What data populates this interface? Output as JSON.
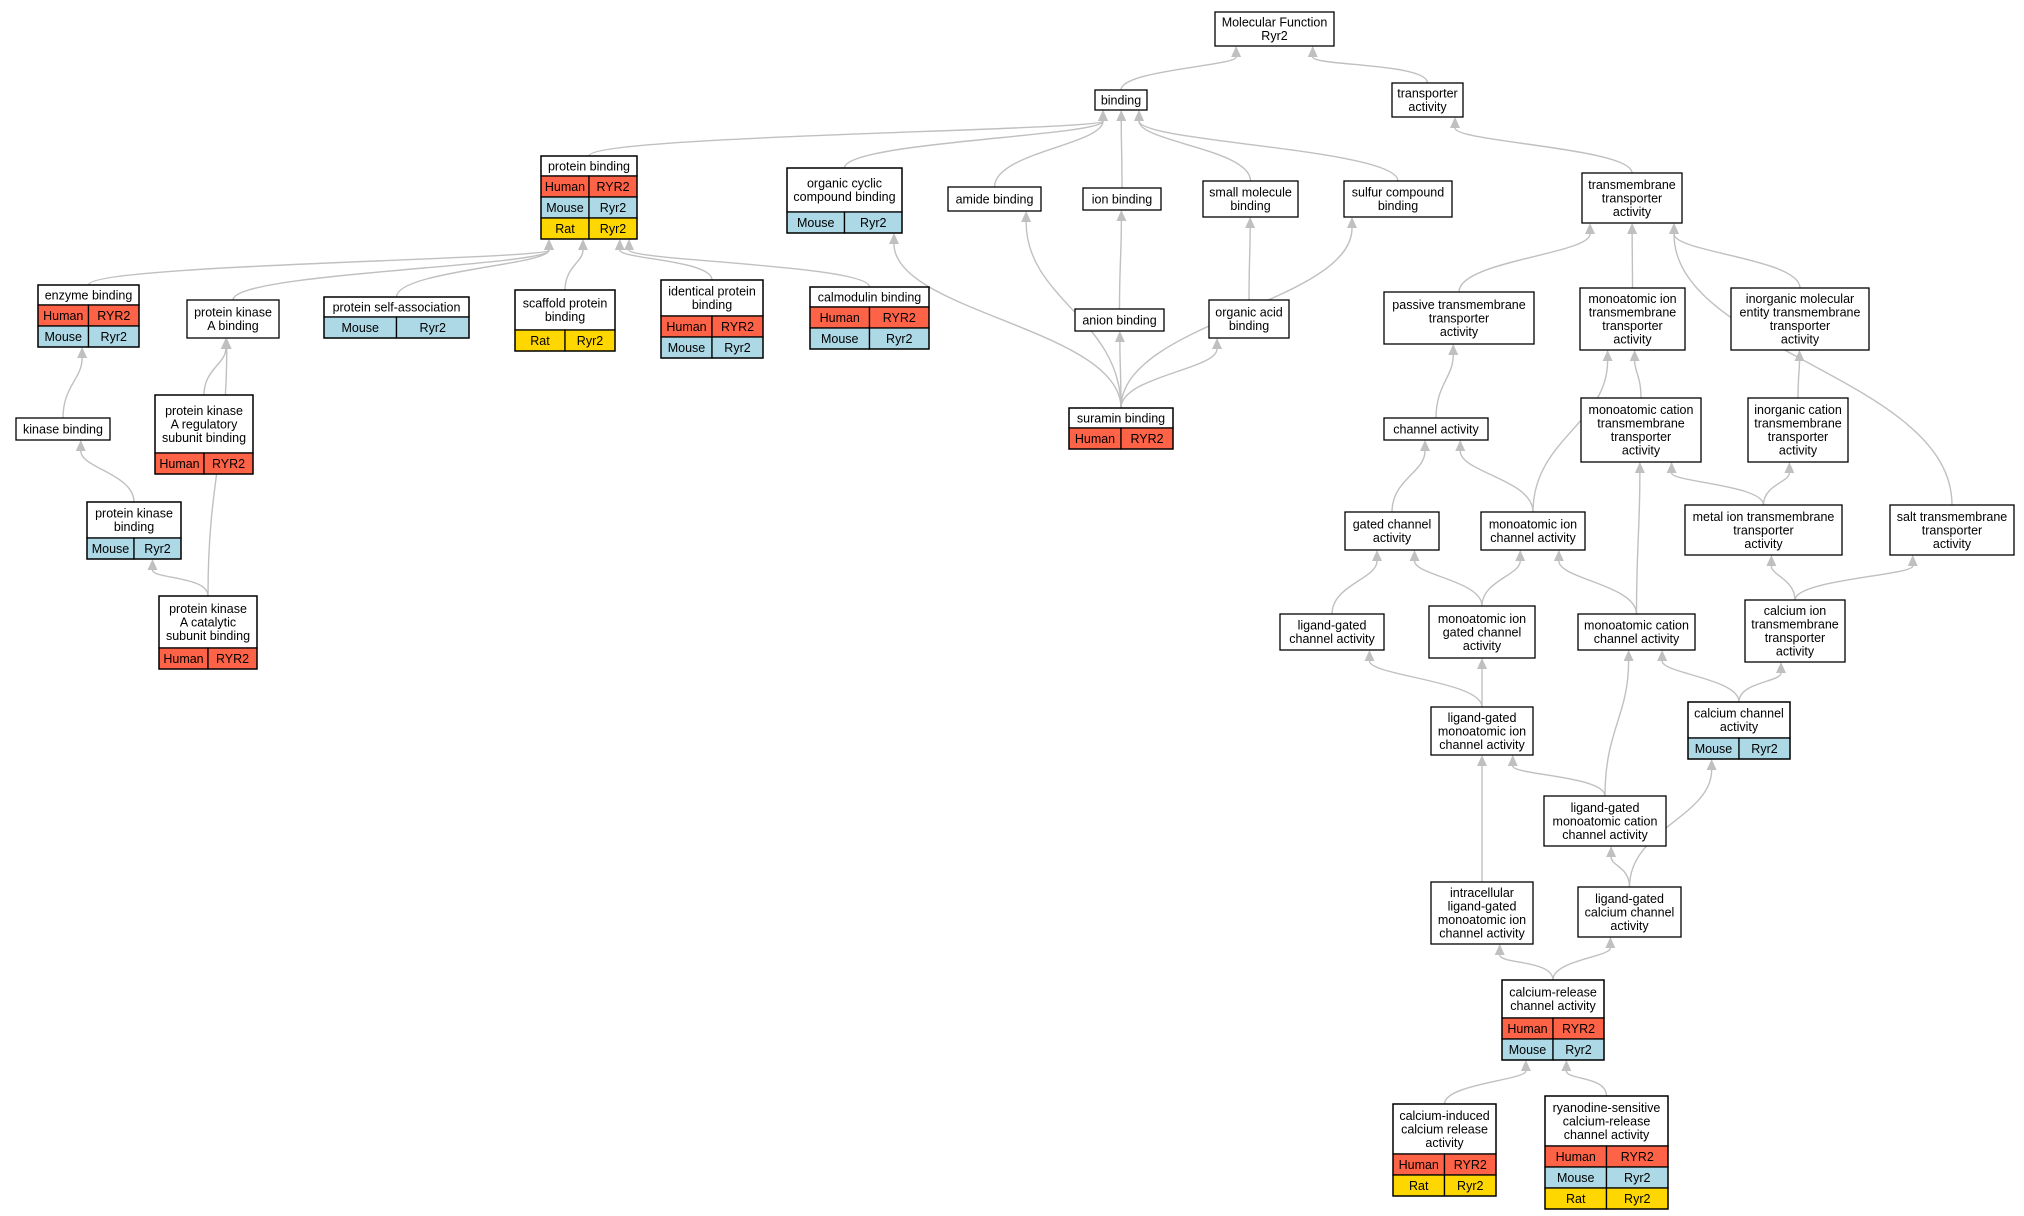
{
  "colors": {
    "Human": "#ff6347",
    "Mouse": "#add8e6",
    "Rat": "#ffd700",
    "edge": "#c0c0c0"
  },
  "nodes": [
    {
      "id": "mf",
      "lines": [
        "Molecular Function",
        "Ryr2"
      ],
      "rows": []
    },
    {
      "id": "binding",
      "lines": [
        "binding"
      ],
      "rows": []
    },
    {
      "id": "transporter",
      "lines": [
        "transporter",
        "activity"
      ],
      "rows": []
    },
    {
      "id": "protein_binding",
      "lines": [
        "protein binding"
      ],
      "rows": [
        [
          "Human",
          "RYR2"
        ],
        [
          "Mouse",
          "Ryr2"
        ],
        [
          "Rat",
          "Ryr2"
        ]
      ]
    },
    {
      "id": "organic_cyclic",
      "lines": [
        "organic cyclic",
        "compound binding"
      ],
      "rows": [
        [
          "Mouse",
          "Ryr2"
        ]
      ]
    },
    {
      "id": "amide",
      "lines": [
        "amide binding"
      ],
      "rows": []
    },
    {
      "id": "ion_binding",
      "lines": [
        "ion binding"
      ],
      "rows": []
    },
    {
      "id": "small_molecule",
      "lines": [
        "small molecule",
        "binding"
      ],
      "rows": []
    },
    {
      "id": "sulfur",
      "lines": [
        "sulfur compound",
        "binding"
      ],
      "rows": []
    },
    {
      "id": "tm_transporter",
      "lines": [
        "transmembrane",
        "transporter",
        "activity"
      ],
      "rows": []
    },
    {
      "id": "enzyme",
      "lines": [
        "enzyme binding"
      ],
      "rows": [
        [
          "Human",
          "RYR2"
        ],
        [
          "Mouse",
          "Ryr2"
        ]
      ]
    },
    {
      "id": "pka_binding",
      "lines": [
        "protein kinase",
        "A binding"
      ],
      "rows": []
    },
    {
      "id": "self_assoc",
      "lines": [
        "protein self-association"
      ],
      "rows": [
        [
          "Mouse",
          "Ryr2"
        ]
      ]
    },
    {
      "id": "scaffold",
      "lines": [
        "scaffold protein",
        "binding"
      ],
      "rows": [
        [
          "Rat",
          "Ryr2"
        ]
      ]
    },
    {
      "id": "identical",
      "lines": [
        "identical protein",
        "binding"
      ],
      "rows": [
        [
          "Human",
          "RYR2"
        ],
        [
          "Mouse",
          "Ryr2"
        ]
      ]
    },
    {
      "id": "calmodulin",
      "lines": [
        "calmodulin binding"
      ],
      "rows": [
        [
          "Human",
          "RYR2"
        ],
        [
          "Mouse",
          "Ryr2"
        ]
      ]
    },
    {
      "id": "anion",
      "lines": [
        "anion binding"
      ],
      "rows": []
    },
    {
      "id": "organic_acid",
      "lines": [
        "organic acid",
        "binding"
      ],
      "rows": []
    },
    {
      "id": "passive_tm",
      "lines": [
        "passive transmembrane",
        "transporter",
        "activity"
      ],
      "rows": []
    },
    {
      "id": "monoatomic_ion_tm",
      "lines": [
        "monoatomic ion",
        "transmembrane",
        "transporter",
        "activity"
      ],
      "rows": []
    },
    {
      "id": "inorganic_mol_tm",
      "lines": [
        "inorganic molecular",
        "entity transmembrane",
        "transporter",
        "activity"
      ],
      "rows": []
    },
    {
      "id": "kinase",
      "lines": [
        "kinase binding"
      ],
      "rows": []
    },
    {
      "id": "pka_reg",
      "lines": [
        "protein kinase",
        "A regulatory",
        "subunit binding"
      ],
      "rows": [
        [
          "Human",
          "RYR2"
        ]
      ]
    },
    {
      "id": "suramin",
      "lines": [
        "suramin binding"
      ],
      "rows": [
        [
          "Human",
          "RYR2"
        ]
      ]
    },
    {
      "id": "channel",
      "lines": [
        "channel activity"
      ],
      "rows": []
    },
    {
      "id": "mono_cation_tm",
      "lines": [
        "monoatomic cation",
        "transmembrane",
        "transporter",
        "activity"
      ],
      "rows": []
    },
    {
      "id": "inorganic_cation_tm",
      "lines": [
        "inorganic cation",
        "transmembrane",
        "transporter",
        "activity"
      ],
      "rows": []
    },
    {
      "id": "pk_binding",
      "lines": [
        "protein kinase",
        "binding"
      ],
      "rows": [
        [
          "Mouse",
          "Ryr2"
        ]
      ]
    },
    {
      "id": "gated_channel",
      "lines": [
        "gated channel",
        "activity"
      ],
      "rows": []
    },
    {
      "id": "mono_ion_channel",
      "lines": [
        "monoatomic ion",
        "channel activity"
      ],
      "rows": []
    },
    {
      "id": "metal_ion_tm",
      "lines": [
        "metal ion transmembrane",
        "transporter",
        "activity"
      ],
      "rows": []
    },
    {
      "id": "salt_tm",
      "lines": [
        "salt transmembrane",
        "transporter",
        "activity"
      ],
      "rows": []
    },
    {
      "id": "pka_cat",
      "lines": [
        "protein kinase",
        "A catalytic",
        "subunit binding"
      ],
      "rows": [
        [
          "Human",
          "RYR2"
        ]
      ]
    },
    {
      "id": "ligand_gated",
      "lines": [
        "ligand-gated",
        "channel activity"
      ],
      "rows": []
    },
    {
      "id": "mono_ion_gated",
      "lines": [
        "monoatomic ion",
        "gated channel",
        "activity"
      ],
      "rows": []
    },
    {
      "id": "mono_cation_channel",
      "lines": [
        "monoatomic cation",
        "channel activity"
      ],
      "rows": []
    },
    {
      "id": "calcium_ion_tm",
      "lines": [
        "calcium ion",
        "transmembrane",
        "transporter",
        "activity"
      ],
      "rows": []
    },
    {
      "id": "lg_mono_ion",
      "lines": [
        "ligand-gated",
        "monoatomic ion",
        "channel activity"
      ],
      "rows": []
    },
    {
      "id": "calcium_channel",
      "lines": [
        "calcium channel",
        "activity"
      ],
      "rows": [
        [
          "Mouse",
          "Ryr2"
        ]
      ]
    },
    {
      "id": "lg_mono_cation",
      "lines": [
        "ligand-gated",
        "monoatomic cation",
        "channel activity"
      ],
      "rows": []
    },
    {
      "id": "intracellular_lg",
      "lines": [
        "intracellular",
        "ligand-gated",
        "monoatomic ion",
        "channel activity"
      ],
      "rows": []
    },
    {
      "id": "lg_calcium",
      "lines": [
        "ligand-gated",
        "calcium channel",
        "activity"
      ],
      "rows": []
    },
    {
      "id": "calcium_release",
      "lines": [
        "calcium-release",
        "channel activity"
      ],
      "rows": [
        [
          "Human",
          "RYR2"
        ],
        [
          "Mouse",
          "Ryr2"
        ]
      ]
    },
    {
      "id": "calcium_induced",
      "lines": [
        "calcium-induced",
        "calcium release",
        "activity"
      ],
      "rows": [
        [
          "Human",
          "RYR2"
        ],
        [
          "Rat",
          "Ryr2"
        ]
      ]
    },
    {
      "id": "ryanodine",
      "lines": [
        "ryanodine-sensitive",
        "calcium-release",
        "channel activity"
      ],
      "rows": [
        [
          "Human",
          "RYR2"
        ],
        [
          "Mouse",
          "Ryr2"
        ],
        [
          "Rat",
          "Ryr2"
        ]
      ]
    }
  ],
  "edges": [
    [
      "binding",
      "mf"
    ],
    [
      "transporter",
      "mf"
    ],
    [
      "protein_binding",
      "binding"
    ],
    [
      "organic_cyclic",
      "binding"
    ],
    [
      "amide",
      "binding"
    ],
    [
      "ion_binding",
      "binding"
    ],
    [
      "small_molecule",
      "binding"
    ],
    [
      "sulfur",
      "binding"
    ],
    [
      "tm_transporter",
      "transporter"
    ],
    [
      "enzyme",
      "protein_binding"
    ],
    [
      "pka_binding",
      "protein_binding"
    ],
    [
      "self_assoc",
      "protein_binding"
    ],
    [
      "scaffold",
      "protein_binding"
    ],
    [
      "identical",
      "protein_binding"
    ],
    [
      "calmodulin",
      "protein_binding"
    ],
    [
      "anion",
      "ion_binding"
    ],
    [
      "organic_acid",
      "small_molecule"
    ],
    [
      "passive_tm",
      "tm_transporter"
    ],
    [
      "monoatomic_ion_tm",
      "tm_transporter"
    ],
    [
      "inorganic_mol_tm",
      "tm_transporter"
    ],
    [
      "salt_tm",
      "tm_transporter"
    ],
    [
      "kinase",
      "enzyme"
    ],
    [
      "pka_reg",
      "pka_binding"
    ],
    [
      "pka_cat",
      "pka_binding"
    ],
    [
      "suramin",
      "organic_cyclic"
    ],
    [
      "suramin",
      "amide"
    ],
    [
      "suramin",
      "anion"
    ],
    [
      "suramin",
      "organic_acid"
    ],
    [
      "suramin",
      "sulfur"
    ],
    [
      "channel",
      "passive_tm"
    ],
    [
      "mono_cation_tm",
      "monoatomic_ion_tm"
    ],
    [
      "inorganic_cation_tm",
      "inorganic_mol_tm"
    ],
    [
      "pk_binding",
      "kinase"
    ],
    [
      "pka_cat",
      "pk_binding"
    ],
    [
      "gated_channel",
      "channel"
    ],
    [
      "mono_ion_channel",
      "channel"
    ],
    [
      "mono_ion_channel",
      "monoatomic_ion_tm"
    ],
    [
      "metal_ion_tm",
      "mono_cation_tm"
    ],
    [
      "metal_ion_tm",
      "inorganic_cation_tm"
    ],
    [
      "ligand_gated",
      "gated_channel"
    ],
    [
      "mono_ion_gated",
      "gated_channel"
    ],
    [
      "mono_ion_gated",
      "mono_ion_channel"
    ],
    [
      "mono_cation_channel",
      "mono_ion_channel"
    ],
    [
      "mono_cation_channel",
      "mono_cation_tm"
    ],
    [
      "calcium_ion_tm",
      "metal_ion_tm"
    ],
    [
      "calcium_ion_tm",
      "salt_tm"
    ],
    [
      "lg_mono_ion",
      "ligand_gated"
    ],
    [
      "lg_mono_ion",
      "mono_ion_gated"
    ],
    [
      "calcium_channel",
      "mono_cation_channel"
    ],
    [
      "calcium_channel",
      "calcium_ion_tm"
    ],
    [
      "lg_mono_cation",
      "lg_mono_ion"
    ],
    [
      "lg_mono_cation",
      "mono_cation_channel"
    ],
    [
      "intracellular_lg",
      "lg_mono_ion"
    ],
    [
      "lg_calcium",
      "lg_mono_cation"
    ],
    [
      "lg_calcium",
      "calcium_channel"
    ],
    [
      "calcium_release",
      "intracellular_lg"
    ],
    [
      "calcium_release",
      "lg_calcium"
    ],
    [
      "calcium_induced",
      "calcium_release"
    ],
    [
      "ryanodine",
      "calcium_release"
    ]
  ]
}
